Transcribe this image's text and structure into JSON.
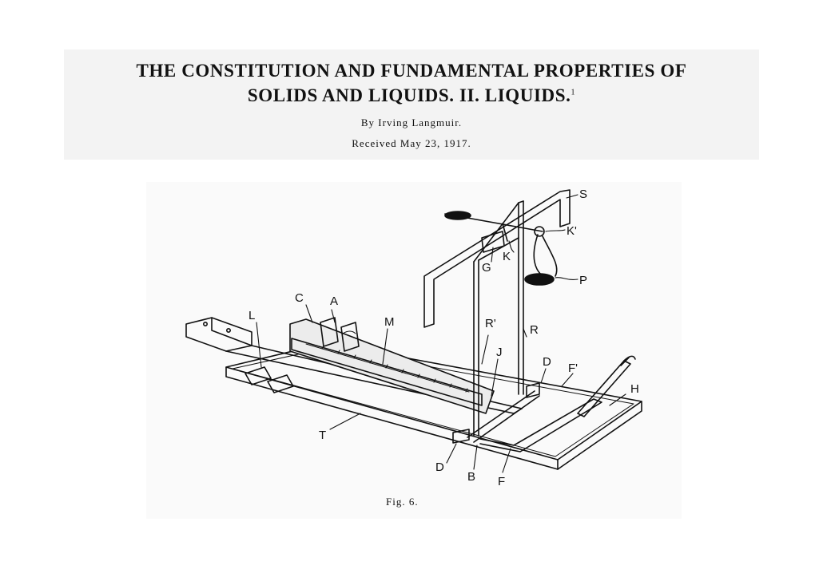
{
  "header": {
    "title_line1": "THE CONSTITUTION AND FUNDAMENTAL PROPERTIES OF",
    "title_line2": "SOLIDS AND LIQUIDS. II. LIQUIDS.",
    "footnote_mark": "1",
    "byline": "By Irving Langmuir.",
    "received": "Received May 23, 1917."
  },
  "figure": {
    "caption": "Fig. 6.",
    "labels": {
      "S": "S",
      "K_prime": "K'",
      "K": "K",
      "G": "G",
      "P": "P",
      "C": "C",
      "A": "A",
      "L": "L",
      "M": "M",
      "R_prime": "R'",
      "R": "R",
      "J": "J",
      "D_top": "D",
      "F_prime": "F'",
      "H": "H",
      "T": "T",
      "D_bottom": "D",
      "B": "B",
      "F": "F"
    }
  }
}
